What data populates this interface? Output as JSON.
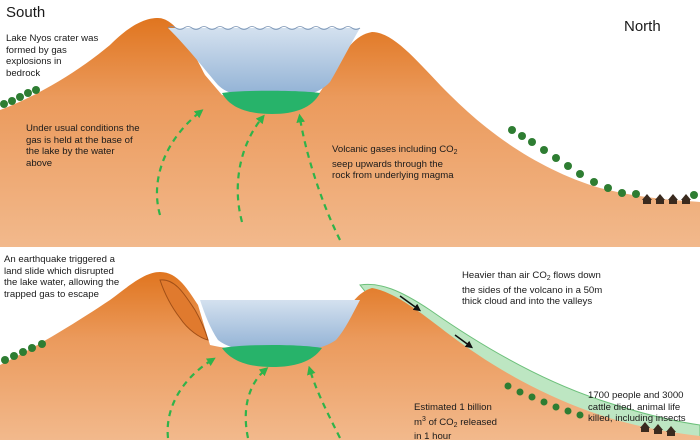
{
  "directions": {
    "south": "South",
    "north": "North"
  },
  "top_panel": {
    "crater_note": "Lake Nyos crater was\nformed by gas\nexplosions in\nbedrock",
    "usual_conditions": "Under usual conditions the\ngas is held at the base of\nthe lake by the water\nabove",
    "volcanic_gases_line1_a": "Volcanic gases including CO",
    "volcanic_gases_line1_sub": "2",
    "volcanic_gases_rest": "seep upwards through the\nrock from  underlying magma"
  },
  "bottom_panel": {
    "earthquake": "An earthquake triggered a\nland slide which disrupted\nthe lake water, allowing the\ntrapped gas to escape",
    "heavier_line1_a": "Heavier than air CO",
    "heavier_line1_sub": "2",
    "heavier_line1_b": " flows down",
    "heavier_rest": "the sides of the volcano in a 50m\nthick cloud and into the valleys",
    "estimated_line1": "Estimated 1 billion",
    "estimated_line2_a": "m",
    "estimated_line2_sup": "3",
    "estimated_line2_b": " of CO",
    "estimated_line2_sub": "2",
    "estimated_line2_c": " released",
    "estimated_line3": "in 1 hour",
    "casualties": "1700 people and 3000\ncattle died. animal life\nkilled, including insects"
  },
  "colors": {
    "mountain": "#e8a06a",
    "mountain_peak": "#e26d1f",
    "lake": "#a8c2de",
    "gas_layer": "#27b36a",
    "arrow": "#2fb34a",
    "co2_cloud": "#bde6c2",
    "tree": "#2e7d32"
  }
}
